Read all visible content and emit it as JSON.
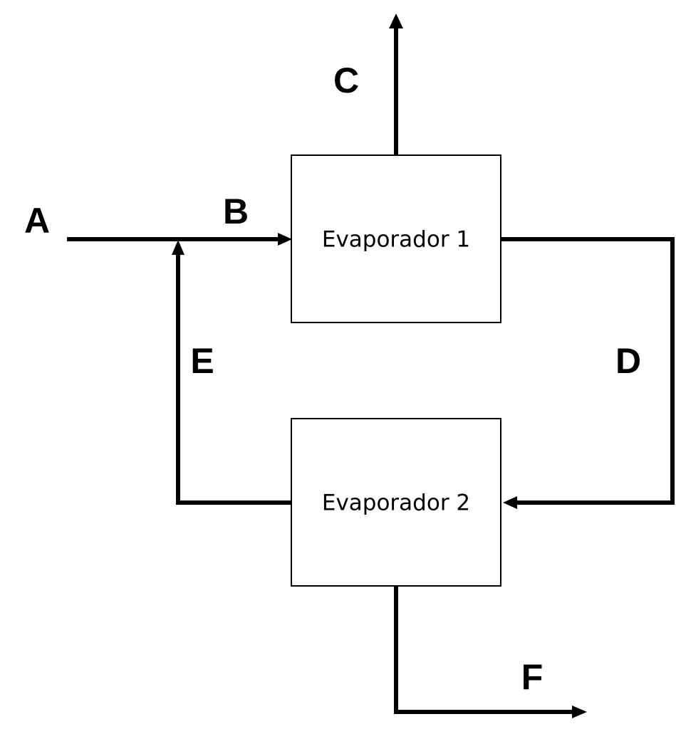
{
  "units": {
    "evaporator_1": {
      "label": "Evaporador 1"
    },
    "evaporator_2": {
      "label": "Evaporador 2"
    }
  },
  "streams": {
    "a": "A",
    "b": "B",
    "c": "C",
    "d": "D",
    "e": "E",
    "f": "F"
  }
}
